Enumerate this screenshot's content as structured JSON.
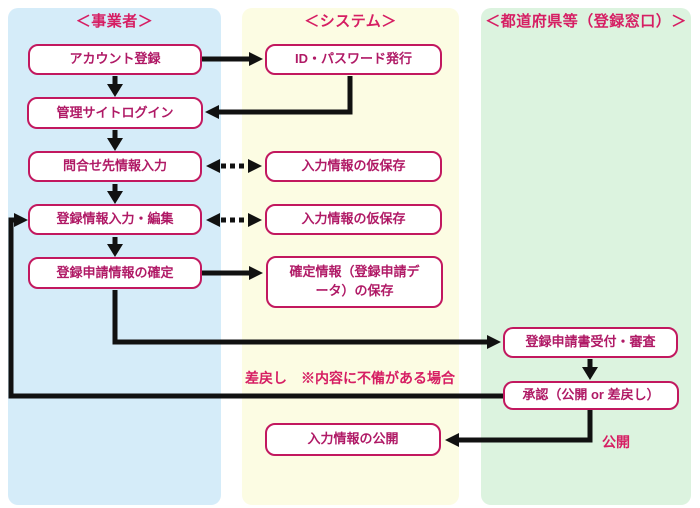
{
  "diagram": {
    "columns": [
      {
        "header": "＜事業者＞"
      },
      {
        "header": "＜システム＞"
      },
      {
        "header": "＜都道府県等（登録窓口）＞"
      }
    ],
    "boxes": {
      "account_register": "アカウント登録",
      "admin_login": "管理サイトログイン",
      "contact_input": "問合せ先情報入力",
      "reg_input_edit": "登録情報入力・編集",
      "reg_confirm": "登録申請情報の確定",
      "id_password": "ID・パスワード発行",
      "temp_save_1": "入力情報の仮保存",
      "temp_save_2": "入力情報の仮保存",
      "confirm_save": "確定情報（登録申請データ）の保存",
      "publish_info": "入力情報の公開",
      "accept_review": "登録申請書受付・審査",
      "approval": "承認（公開 or 差戻し）"
    },
    "annotations": {
      "remand_note": "差戻し　※内容に不備がある場合",
      "publish_label": "公開"
    },
    "colors": {
      "accent_border": "#c2185f",
      "box_text": "#b01a66",
      "heading_text": "#d61e63",
      "column_blue": "#d5ecf9",
      "column_yellow": "#fcfce3",
      "column_green": "#dcf3df",
      "arrow": "#111111"
    }
  }
}
